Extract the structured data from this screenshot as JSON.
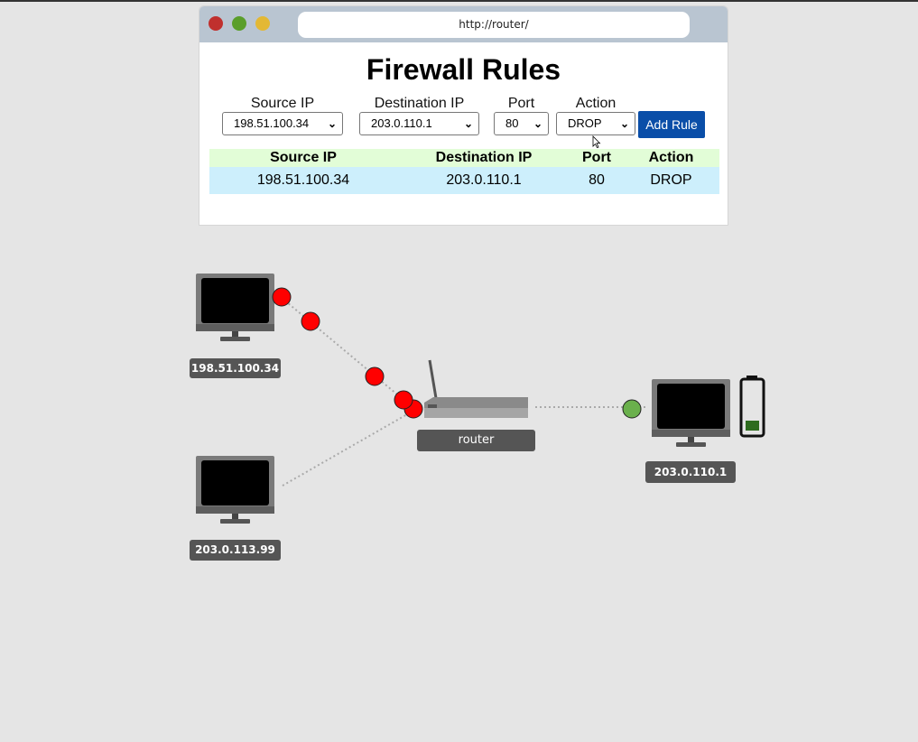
{
  "browser": {
    "url": "http://router/"
  },
  "page": {
    "title": "Firewall Rules"
  },
  "form": {
    "source_label": "Source IP",
    "source_value": "198.51.100.34",
    "dest_label": "Destination IP",
    "dest_value": "203.0.110.1",
    "port_label": "Port",
    "port_value": "80",
    "action_label": "Action",
    "action_value": "DROP",
    "add_button": "Add Rule"
  },
  "table": {
    "headers": [
      "Source IP",
      "Destination IP",
      "Port",
      "Action"
    ],
    "rows": [
      [
        "198.51.100.34",
        "203.0.110.1",
        "80",
        "DROP"
      ]
    ]
  },
  "network": {
    "host1": "198.51.100.34",
    "host2": "203.0.113.99",
    "router": "router",
    "host3": "203.0.110.1",
    "battery_level": 0.25,
    "colors": {
      "dropped_packet": "#ff0000",
      "allowed_packet": "#6ab04c"
    }
  }
}
